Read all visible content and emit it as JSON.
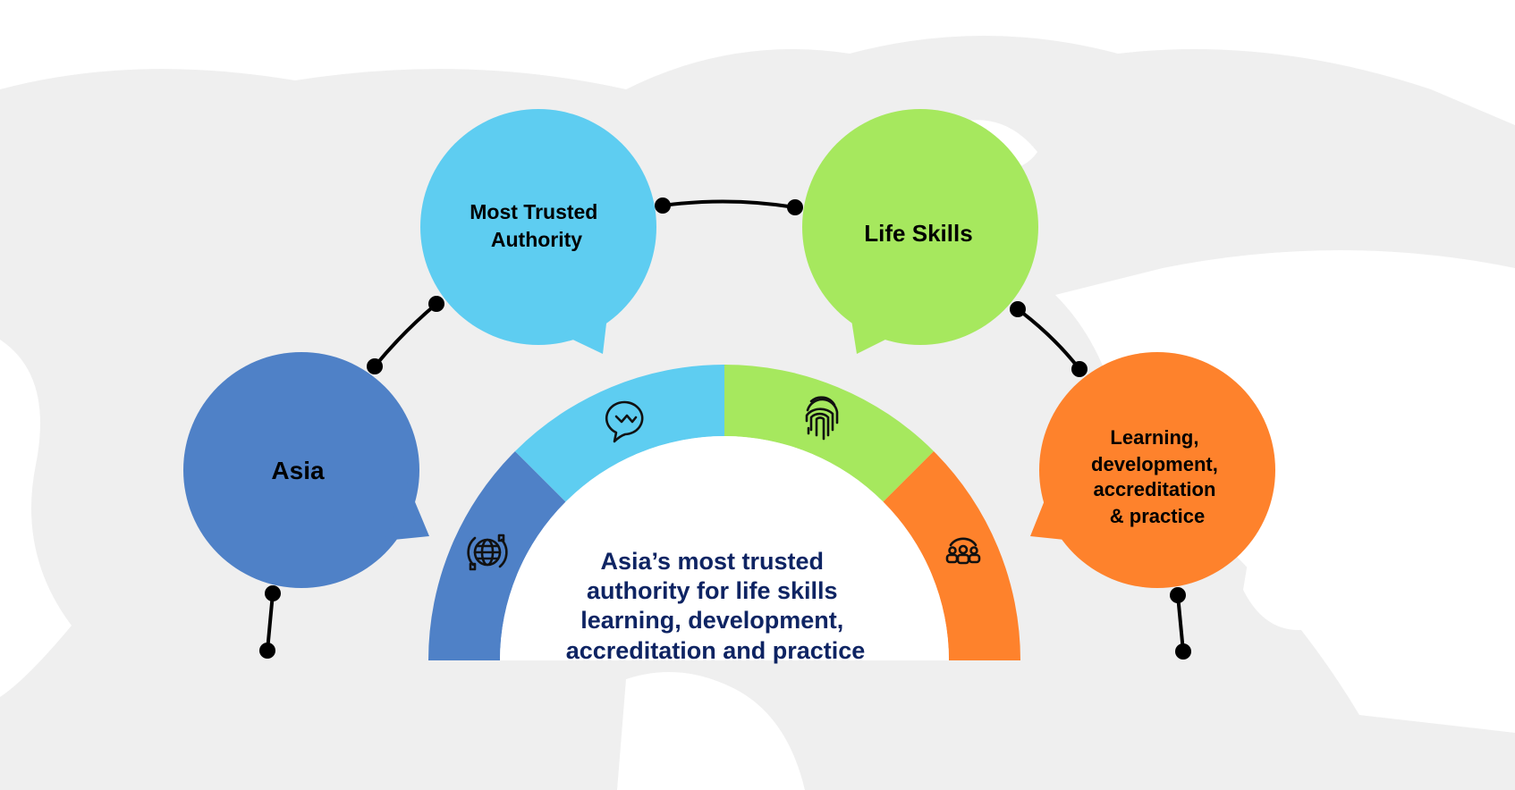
{
  "bubbles": {
    "asia": {
      "label_lines": [
        "Asia"
      ]
    },
    "trusted": {
      "label_lines": [
        "Most Trusted",
        "Authority"
      ]
    },
    "life": {
      "label_lines": [
        "Life Skills"
      ]
    },
    "learning": {
      "label_lines": [
        "Learning,",
        "development,",
        "accreditation",
        "& practice"
      ]
    }
  },
  "center_text": {
    "lines": [
      "Asia’s most trusted",
      "authority for life skills",
      "learning, development,",
      "accreditation and practice"
    ]
  },
  "arc_segments": [
    {
      "name": "asia",
      "icon": "globe-icon",
      "color": "#4f81c7"
    },
    {
      "name": "trusted",
      "icon": "chat-bubble-icon",
      "color": "#5ecdf1"
    },
    {
      "name": "life",
      "icon": "fingerprint-icon",
      "color": "#a6e85e"
    },
    {
      "name": "learning",
      "icon": "people-group-icon",
      "color": "#fe822c"
    }
  ],
  "colors": {
    "text_navy": "#0e2463",
    "map": "#efefef"
  }
}
